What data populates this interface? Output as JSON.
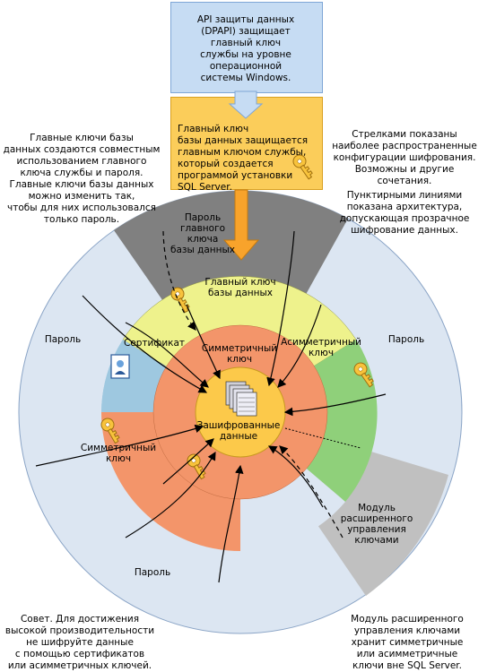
{
  "top_box": {
    "lines": [
      "API защиты данных",
      "(DPAPI) защищает",
      "главный ключ",
      "службы на уровне",
      "операционной",
      "системы Windows."
    ],
    "color": "#c6dcf3"
  },
  "service_key_box": {
    "lines": [
      "Главный ключ",
      "базы данных защищается",
      "главным ключом службы,",
      "который создается",
      "программой установки",
      "SQL Server."
    ],
    "color": "#fbcd5a"
  },
  "notes": {
    "top_left": [
      "Главные ключи базы",
      "данных создаются совместным",
      "использованием главного",
      "ключа службы и пароля.",
      "Главные ключи базы данных",
      "можно изменить так,",
      "чтобы для них использовался",
      "только пароль."
    ],
    "top_right_1": [
      "Стрелками показаны",
      "наиболее распространенные",
      "конфигурации шифрования.",
      "Возможны и другие",
      "сочетания."
    ],
    "top_right_2": [
      "Пунктирными линиями",
      "показана архитектура,",
      "допускающая прозрачное",
      "шифрование данных."
    ],
    "bottom_left": [
      "Совет. Для достижения",
      "высокой производительности",
      "не шифруйте данные",
      "с помощью сертификатов",
      "или асимметричных ключей."
    ],
    "bottom_right": [
      "Модуль расширенного",
      "управления ключами",
      "хранит симметричные",
      "или асимметричные",
      "ключи вне SQL Server."
    ]
  },
  "rings": {
    "password_ring": {
      "left": "Пароль",
      "right": "Пароль",
      "bottom": "Пароль"
    },
    "db_master_password": [
      "Пароль",
      "главного",
      "ключа",
      "базы данных"
    ],
    "db_master_key": [
      "Главный ключ",
      "базы данных"
    ],
    "certificate": "Сертификат",
    "asymmetric_key": [
      "Асимметричный",
      "ключ"
    ],
    "symmetric_key_left": [
      "Симметричный",
      "ключ"
    ],
    "symmetric_key_center": [
      "Симметричный",
      "ключ"
    ],
    "ekm": [
      "Модуль",
      "расширенного",
      "управления",
      "ключами"
    ],
    "encrypted_data": [
      "Зашифрованные",
      "данные"
    ]
  },
  "colors": {
    "outer_ring": "#dce6f2",
    "dark_gray": "#808080",
    "light_gray": "#c0c0c0",
    "yellow_green": "#eef28c",
    "blue": "#9ec8e0",
    "green": "#8fd07a",
    "orange": "#f3956a",
    "center": "#fcc94a",
    "key_gold": "#f8c33c"
  }
}
